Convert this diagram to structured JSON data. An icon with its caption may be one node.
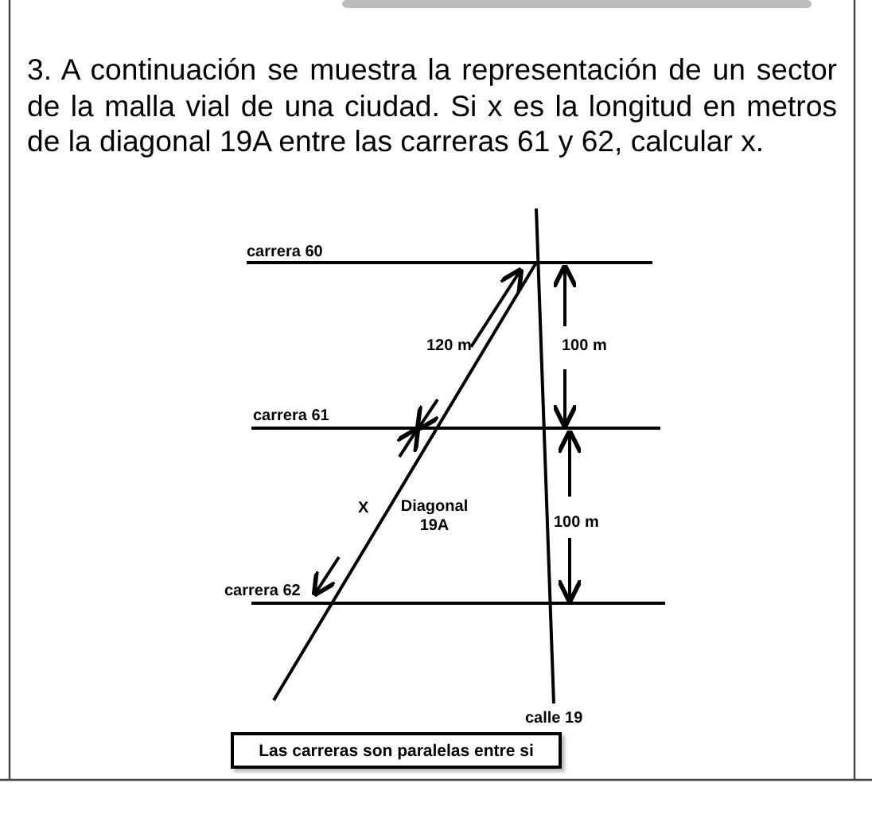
{
  "diagram": {
    "nodes": [
      {
        "text": [
          "Las carreras son paralelas entre si"
        ]
      }
    ],
    "edges": [],
    "labels": [
      "3. A continuación se muestra la representación de un sector de la malla vial de una ciudad. Si x es la longitud en metros de la diagonal 19A entre las carreras 61 y 62, calcular x.",
      "carrera 60",
      "120 m",
      "100 m",
      "carrera 61",
      "X",
      "Diagonal 19A",
      "100 m",
      "carrera 62",
      "calle 19"
    ]
  }
}
